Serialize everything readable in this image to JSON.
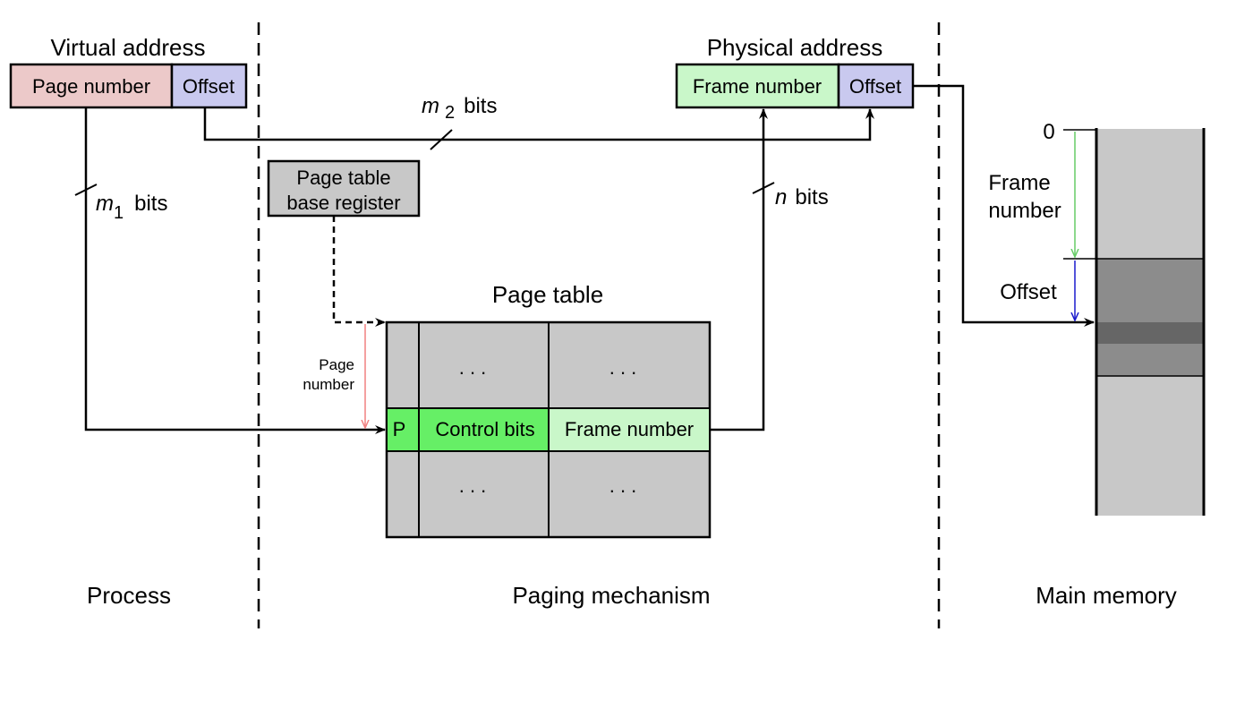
{
  "virtual_address": {
    "title": "Virtual address",
    "page_number_label": "Page number",
    "offset_label": "Offset"
  },
  "physical_address": {
    "title": "Physical address",
    "frame_number_label": "Frame number",
    "offset_label": "Offset"
  },
  "bit_labels": {
    "m1_var": "m",
    "m1_sub": "1",
    "m1_suffix": "bits",
    "m2_var": "m",
    "m2_sub": "2",
    "m2_suffix": "bits",
    "n_var": "n",
    "n_suffix": "bits"
  },
  "base_register": {
    "line1": "Page table",
    "line2": "base register"
  },
  "page_table": {
    "title": "Page table",
    "ellipsis": ". . .",
    "entry": {
      "present_label": "P",
      "control_label": "Control bits",
      "frame_label": "Frame number"
    },
    "index_label_line1": "Page",
    "index_label_line2": "number"
  },
  "main_memory": {
    "zero_label": "0",
    "frame_number_line1": "Frame",
    "frame_number_line2": "number",
    "offset_label": "Offset"
  },
  "sections": {
    "process": "Process",
    "paging": "Paging mechanism",
    "memory": "Main memory"
  },
  "colors": {
    "page_number_fill": "#ecc9c9",
    "offset_fill": "#c9c9ef",
    "frame_fill": "#c9f7c9",
    "entry_green": "#66ef66",
    "entry_light_green": "#c9f7c9",
    "grey_fill": "#c8c8c8",
    "memory_dark": "#8c8c8c",
    "memory_darker": "#666666",
    "pink_arrow": "#f08080",
    "green_arrow": "#66cc66",
    "blue_arrow": "#1a1acc"
  }
}
